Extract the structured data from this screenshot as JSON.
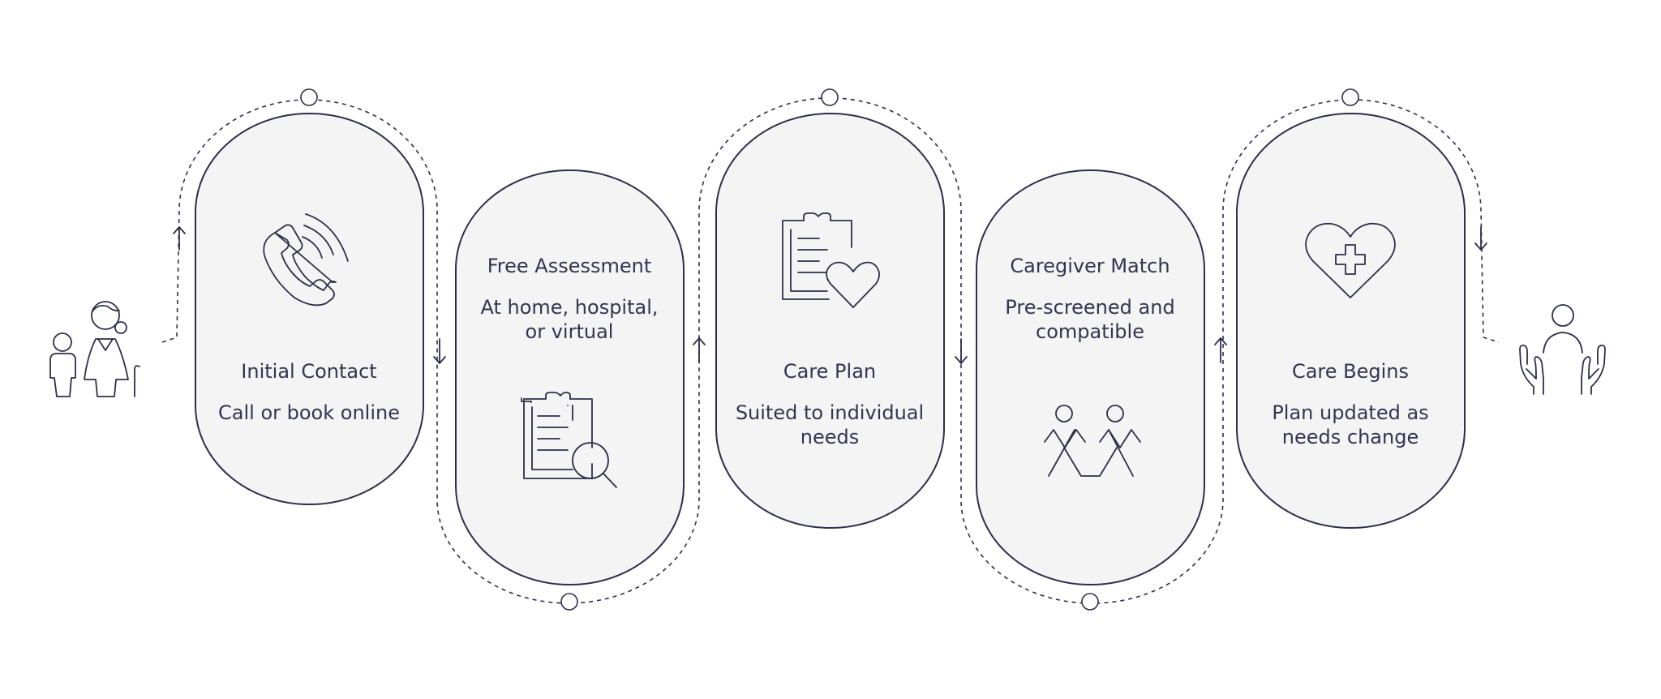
{
  "colors": {
    "stroke": "#2e2f48",
    "pill_fill": "#f4f4f4",
    "text": "#343550"
  },
  "steps": [
    {
      "title": "Initial Contact",
      "desc": [
        "Call or book online"
      ],
      "icon": "phone-icon"
    },
    {
      "title": "Free Assessment",
      "desc": [
        "At home, hospital,",
        "or virtual"
      ],
      "icon": "clipboard-search-icon"
    },
    {
      "title": "Care Plan",
      "desc": [
        "Suited to individual",
        "needs"
      ],
      "icon": "clipboard-heart-icon"
    },
    {
      "title": "Caregiver Match",
      "desc": [
        "Pre-screened and",
        "compatible"
      ],
      "icon": "people-holding-hands-icon"
    },
    {
      "title": "Care Begins",
      "desc": [
        "Plan updated as",
        "needs change"
      ],
      "icon": "heart-medical-cross-icon"
    }
  ],
  "start_icon": "family-with-elderly-icon",
  "end_icon": "caring-hands-person-icon"
}
